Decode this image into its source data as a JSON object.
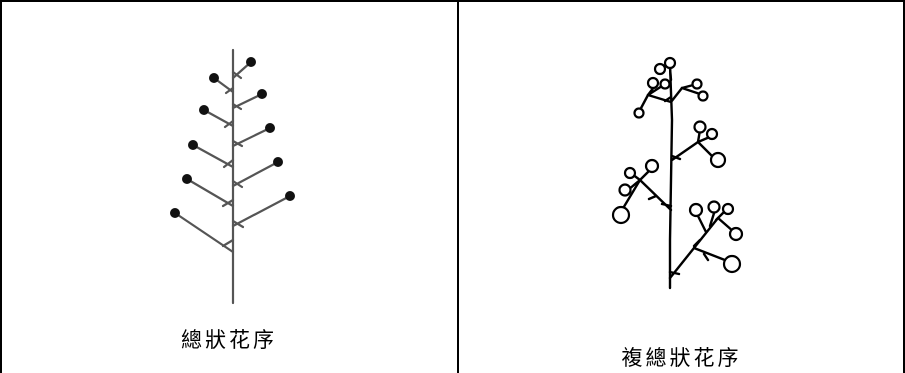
{
  "cells": [
    {
      "caption": "總狀花序",
      "image": "raceme-inflorescence-drawing"
    },
    {
      "caption": "複總狀花序",
      "image": "compound-raceme-inflorescence-drawing"
    }
  ]
}
